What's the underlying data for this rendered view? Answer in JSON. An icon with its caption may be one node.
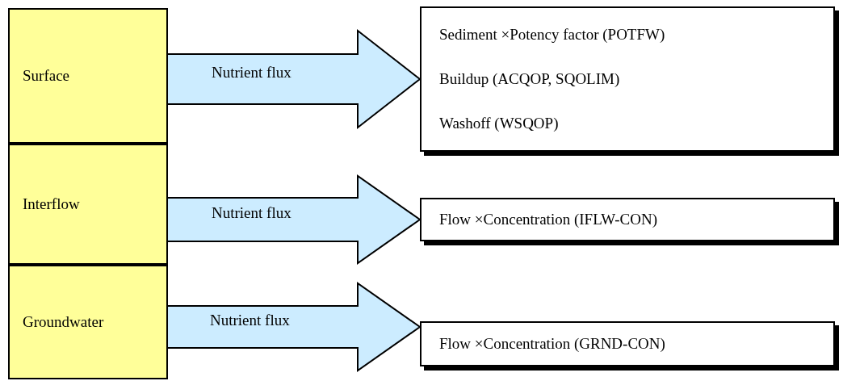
{
  "diagram": {
    "nodes": [
      {
        "text": [
          "Surface"
        ]
      },
      {
        "text": [
          "Interflow"
        ]
      },
      {
        "text": [
          "Groundwater"
        ]
      },
      {
        "text": [
          "Sediment ×Potency factor (POTFW)",
          "Buildup (ACQOP, SQOLIM)",
          "Washoff (WSQOP)"
        ]
      },
      {
        "text": [
          "Flow ×Concentration (IFLW-CON)"
        ]
      },
      {
        "text": [
          "Flow ×Concentration (GRND-CON)"
        ]
      }
    ],
    "edges": [
      {
        "from": 0,
        "to": 3,
        "arrow": "to",
        "label": "Nutrient flux",
        "style": "thick"
      },
      {
        "from": 1,
        "to": 4,
        "arrow": "to",
        "label": "Nutrient flux",
        "style": "thick"
      },
      {
        "from": 2,
        "to": 5,
        "arrow": "to",
        "label": "Nutrient flux",
        "style": "thick"
      }
    ]
  }
}
